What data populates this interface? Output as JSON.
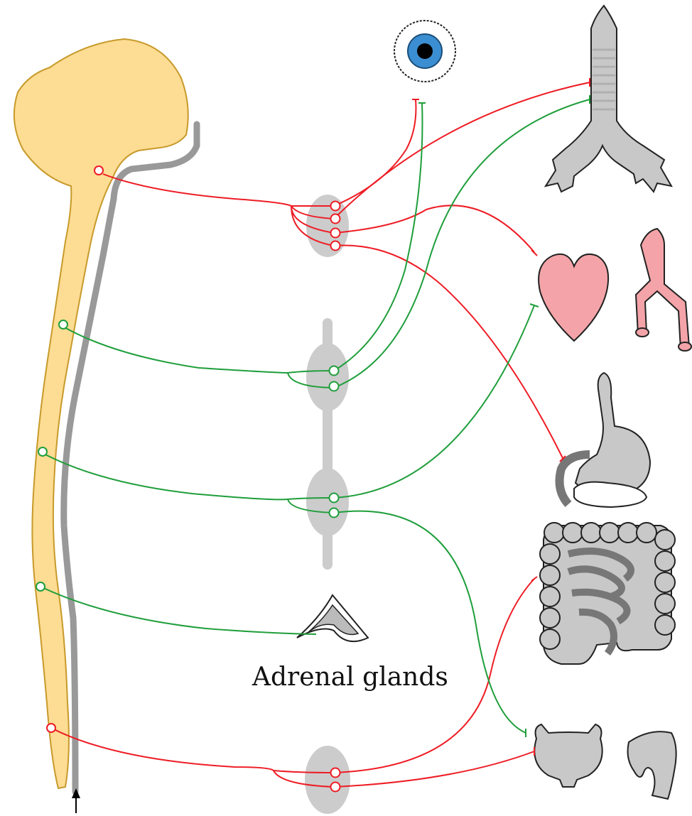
{
  "labels": {
    "adrenal_glands": "Adrenal glands"
  },
  "colors": {
    "cns": "#fddc94",
    "cns_outline": "#c79a2a",
    "chain": "#888888",
    "ganglion": "#cccccc",
    "sympathetic": "#ee1c24",
    "parasympathetic": "#1f9e3b",
    "organ_gray": "#c8c8c8",
    "heart": "#f4a4a8",
    "iris": "#3b8ed1"
  },
  "organs": [
    "eye",
    "lungs",
    "heart",
    "blood-vessel",
    "stomach",
    "intestines",
    "bladder",
    "reproductive-organ",
    "adrenal-glands"
  ]
}
